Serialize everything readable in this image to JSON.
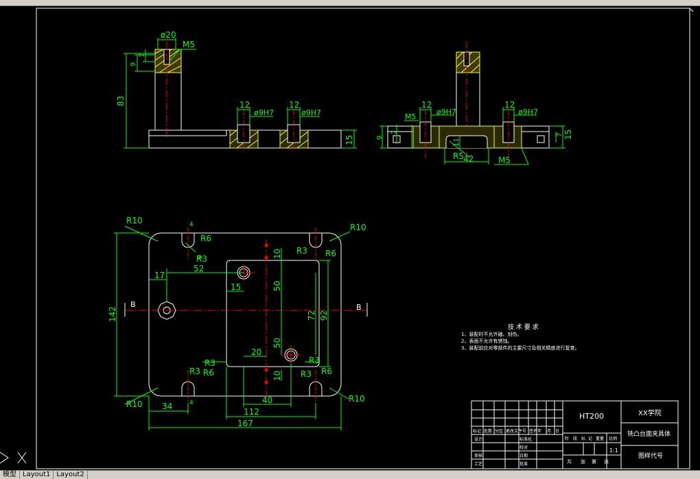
{
  "app": {
    "tabs": [
      "模型",
      "Layout1",
      "Layout2"
    ]
  },
  "dims": {
    "d20": "ø20",
    "m5": "M5",
    "h83": "83",
    "d7": "7",
    "d9": "9",
    "w12": "12",
    "h9": "ø9H7",
    "h15": "15",
    "h11": "11",
    "r5": "R5",
    "w42": "42",
    "r10": "R10",
    "r3": "R3",
    "r6": "R6",
    "w17": "17",
    "w52": "52",
    "w15": "15",
    "h10": "10",
    "h50": "50",
    "h72": "72",
    "h92": "92",
    "w20": "20",
    "w40": "40",
    "w34": "34",
    "w112": "112",
    "w167": "167",
    "h142": "142",
    "b": "B",
    "c4": "4"
  },
  "notes": {
    "title": "技 术 要 求",
    "n1": "1、装配时不允许磕、划伤。",
    "n2": "2、表面不允许有锈蚀。",
    "n3": "3、装配前应对零部件的主要尺寸及相关精度进行复查。"
  },
  "title_block": {
    "material": "HT200",
    "school": "XX学院",
    "part_name": "铣凸台面夹具体",
    "drawing_no": "图样代号",
    "scale": "1:1",
    "rev_headers": [
      "标记",
      "处数",
      "分区",
      "更改文件号",
      "签名",
      "年",
      "月",
      "日"
    ],
    "r_design": "设计",
    "r_std": "标准化",
    "r_review": "审核",
    "r_process": "工艺",
    "r_check": "校对",
    "r_date": "日期",
    "r_approve": "批准",
    "stage_headers": [
      "阶",
      "段",
      "标",
      "记",
      "重量",
      "比例"
    ],
    "sheets": [
      "共",
      "张",
      "第",
      "张"
    ]
  }
}
